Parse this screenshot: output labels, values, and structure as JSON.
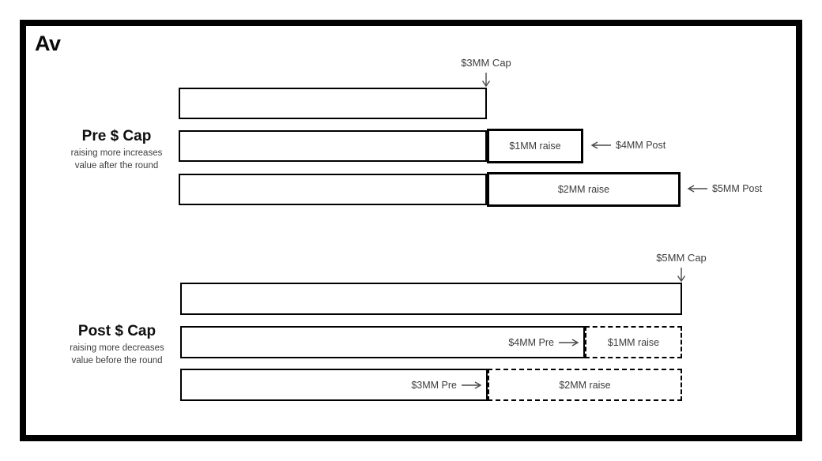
{
  "logo": {
    "text": "Av"
  },
  "pre": {
    "heading": "Pre $ Cap",
    "subtitle": [
      "raising more increases",
      "value after the round"
    ],
    "cap_label": "$3MM Cap",
    "row2": {
      "raise_label": "$1MM raise",
      "post_label": "$4MM Post"
    },
    "row3": {
      "raise_label": "$2MM raise",
      "post_label": "$5MM Post"
    }
  },
  "post": {
    "heading": "Post $ Cap",
    "subtitle": [
      "raising more decreases",
      "value before the round"
    ],
    "cap_label": "$5MM Cap",
    "row2": {
      "pre_label": "$4MM Pre",
      "raise_label": "$1MM raise"
    },
    "row3": {
      "pre_label": "$3MM Pre",
      "raise_label": "$2MM raise"
    }
  },
  "colors": {
    "background": "#ffffff",
    "frame_border": "#000000",
    "box_border": "#000000",
    "heading_text": "#0f0f0f",
    "muted_text": "#3d3d3d",
    "arrow": "#4a4a4a"
  }
}
